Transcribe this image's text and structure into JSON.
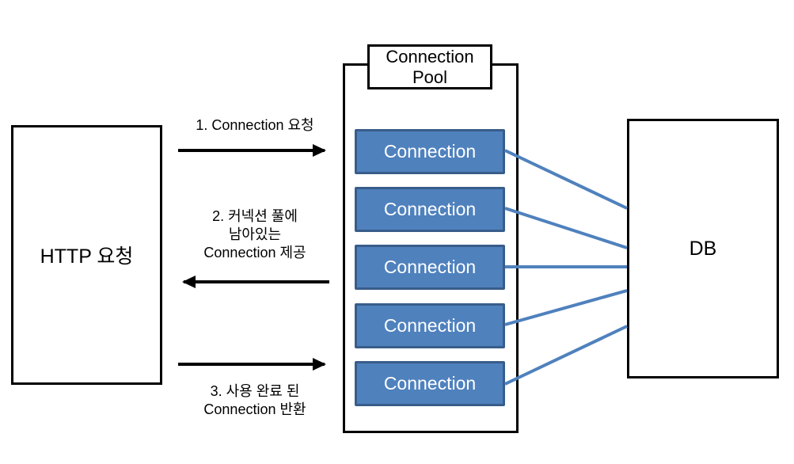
{
  "diagram": {
    "http_box": {
      "label": "HTTP 요청"
    },
    "db_box": {
      "label": "DB"
    },
    "pool": {
      "title_lines": [
        "Connection",
        "Pool"
      ],
      "connections": [
        "Connection",
        "Connection",
        "Connection",
        "Connection",
        "Connection"
      ]
    },
    "arrows": [
      {
        "direction": "right",
        "lines": [
          "1. Connection 요청"
        ]
      },
      {
        "direction": "left",
        "lines": [
          "2. 커넥션 풀에",
          "남아있는",
          "Connection 제공"
        ]
      },
      {
        "direction": "right",
        "lines": [
          "3. 사용 완료 된",
          "Connection 반환"
        ]
      }
    ],
    "colors": {
      "connection_fill": "#4f81bd",
      "connection_border": "#385d8a",
      "link_line": "#4f81bd",
      "outline": "#000000",
      "background": "#ffffff"
    }
  }
}
